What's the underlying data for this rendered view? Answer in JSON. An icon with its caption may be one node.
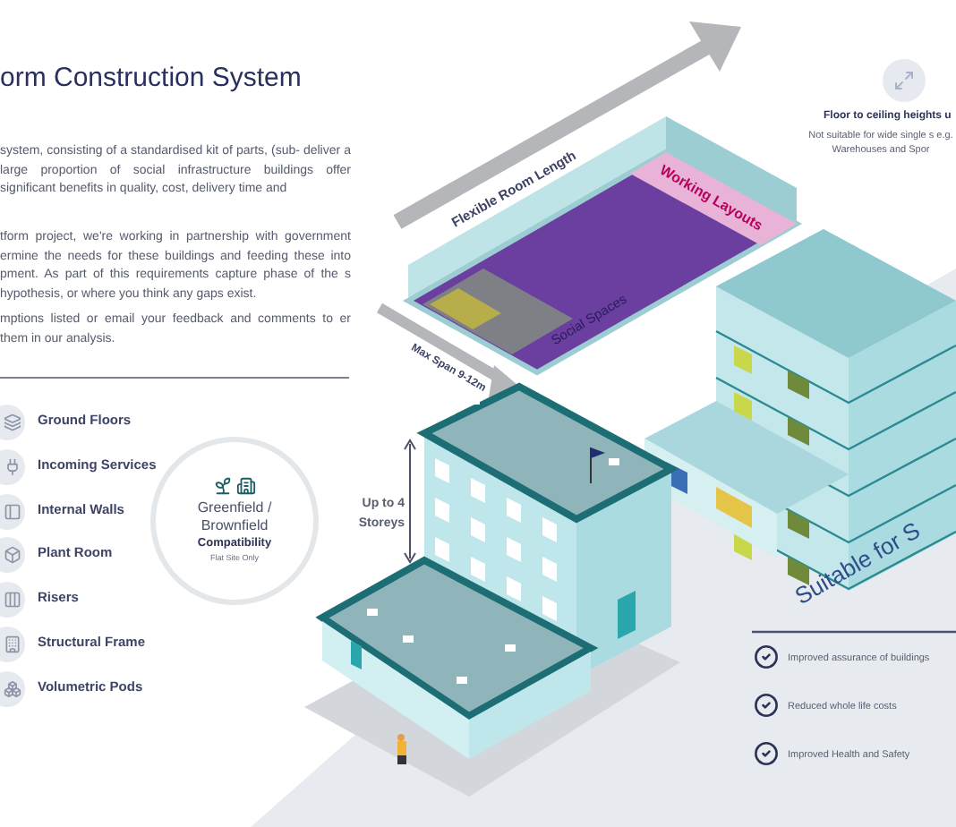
{
  "diagram": {
    "title": "orm Construction System",
    "nodes": [
      {
        "text": [
          "Greenfield / Brownfield",
          "Compatibility",
          "Flat Site Only"
        ]
      }
    ],
    "labels": [
      "system, consisting of a standardised kit of parts, (sub- deliver a large proportion of social infrastructure buildings offer significant benefits in quality, cost, delivery time and",
      "tform project, we're working in partnership with government ermine the needs for these buildings and feeding these into pment. As part of this requirements capture phase of the s hypothesis, or where you think any gaps exist.",
      "mptions listed or email your feedback and comments to er them in our analysis.",
      "Ground Floors",
      "Incoming Services",
      "Internal Walls",
      "Plant Room",
      "Risers",
      "Structural Frame",
      "Volumetric Pods",
      "Up to 4 Storeys",
      "Flexible Room Length",
      "Max Span 9-12m",
      "Working Layouts",
      "Social Spaces",
      "Floor to ceiling heights u",
      "Not suitable for wide single s e.g. Warehouses and Spor",
      "Suitable for S",
      "Improved assurance of buildings",
      "Reduced whole life costs",
      "Improved Health and Safety"
    ]
  }
}
